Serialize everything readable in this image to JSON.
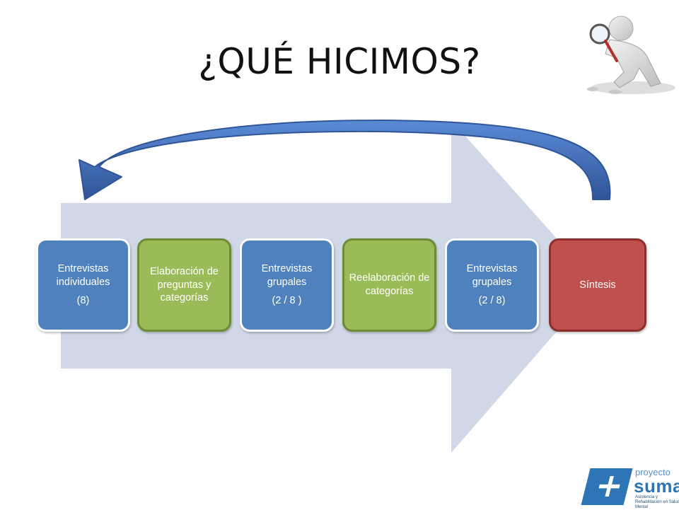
{
  "slide": {
    "title": "¿QUÉ HICIMOS?"
  },
  "steps": [
    {
      "label": "Entrevistas individuales",
      "sub": "(8)",
      "color": "#4f81bd"
    },
    {
      "label": "Elaboración de preguntas y categorías",
      "sub": "",
      "color": "#9bbb59"
    },
    {
      "label": "Entrevistas grupales",
      "sub": "(2 / 8 )",
      "color": "#4f81bd"
    },
    {
      "label": "Reelaboración de categorías",
      "sub": "",
      "color": "#9bbb59"
    },
    {
      "label": "Entrevistas grupales",
      "sub": "(2 / 8)",
      "color": "#4f81bd"
    },
    {
      "label": "Síntesis",
      "sub": "",
      "color": "#c0504d"
    }
  ],
  "logo": {
    "prefix": "proyecto",
    "name": "suma",
    "tagline": "Asistencia y Rehabilitación en Salud Mental"
  },
  "colors": {
    "big_arrow": "#d0d8e8",
    "loop_arrow": "#4472c4"
  },
  "icons": [
    "magnifier-figure-icon",
    "plus-logo-icon"
  ]
}
